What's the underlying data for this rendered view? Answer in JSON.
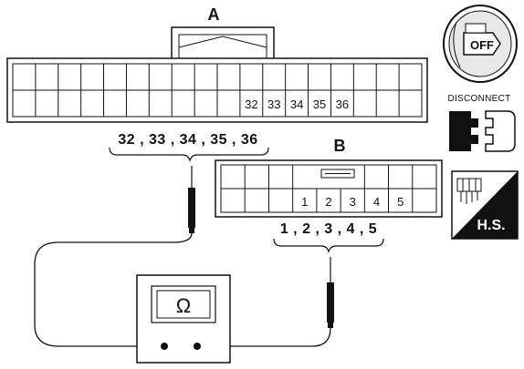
{
  "connector_a": {
    "label": "A",
    "pins": [
      "32",
      "33",
      "34",
      "35",
      "36"
    ],
    "pin_list": "32 , 33 , 34 , 35 , 36"
  },
  "connector_b": {
    "label": "B",
    "pins": [
      "1",
      "2",
      "3",
      "4",
      "5"
    ],
    "pin_list": "1 , 2 , 3 , 4 , 5"
  },
  "meter": {
    "symbol": "Ω"
  },
  "icons": {
    "ignition": {
      "name": "ignition-off-icon",
      "text": "OFF"
    },
    "disconnect": {
      "name": "disconnect-icon",
      "text": "DISCONNECT"
    },
    "harness_side": {
      "name": "harness-side-icon",
      "text": "H.S."
    }
  }
}
